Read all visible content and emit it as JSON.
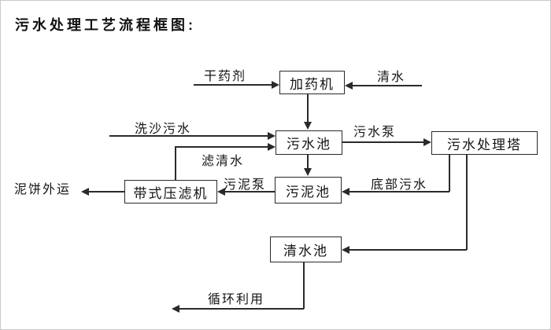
{
  "title": "污水处理工艺流程框图:",
  "nodes": {
    "dosing_machine": "加药机",
    "sewage_pool": "污水池",
    "treatment_tower": "污水处理塔",
    "sludge_pool": "污泥池",
    "belt_filter_press": "带式压滤机",
    "clean_water_pool": "清水池"
  },
  "flow_labels": {
    "dry_agent": "干药剂",
    "clean_water": "清水",
    "sand_washing_sewage": "洗沙污水",
    "filtered_water": "滤清水",
    "sewage_pump": "污水泵",
    "sludge_pump": "污泥泵",
    "bottom_sewage": "底部污水",
    "mud_cake_out": "泥饼外运",
    "recycle": "循环利用"
  },
  "colors": {
    "line": "#2b2b2b",
    "text": "#141414",
    "background": "#ffffff"
  }
}
